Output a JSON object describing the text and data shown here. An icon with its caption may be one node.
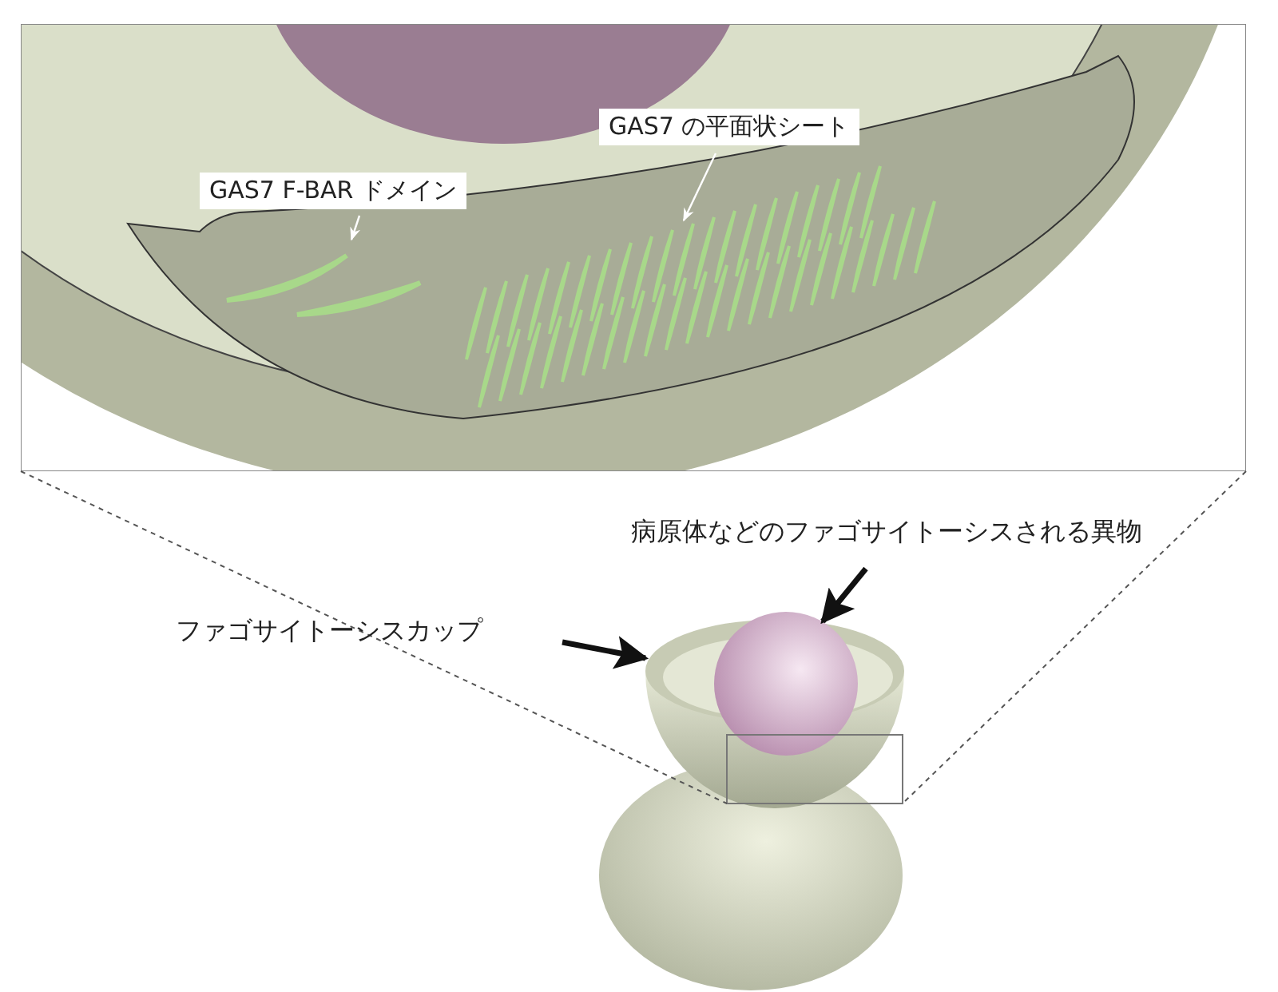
{
  "diagram": {
    "nodes": [
      {
        "text": [
          "GAS7 F-BAR ドメイン"
        ]
      },
      {
        "text": [],
        "shape": "picture"
      },
      {
        "text": [
          "GAS7 の平面状シート"
        ]
      },
      {
        "text": [],
        "shape": "picture"
      },
      {
        "text": [
          "ファゴサイトーシスカップ"
        ]
      },
      {
        "text": [],
        "shape": "picture"
      },
      {
        "text": [
          "病原体などのファゴサイトーシスされる異物"
        ]
      },
      {
        "text": [],
        "shape": "picture"
      }
    ],
    "edges": [
      {
        "from": 0,
        "to": 1,
        "arrow": "to",
        "color": "#ffffff"
      },
      {
        "from": 2,
        "to": 3,
        "arrow": "to",
        "color": "#ffffff"
      },
      {
        "from": 4,
        "to": 5,
        "arrow": "to",
        "style": "thick",
        "color": "#111111"
      },
      {
        "from": 6,
        "to": 7,
        "arrow": "to",
        "style": "thick",
        "color": "#111111"
      }
    ]
  }
}
